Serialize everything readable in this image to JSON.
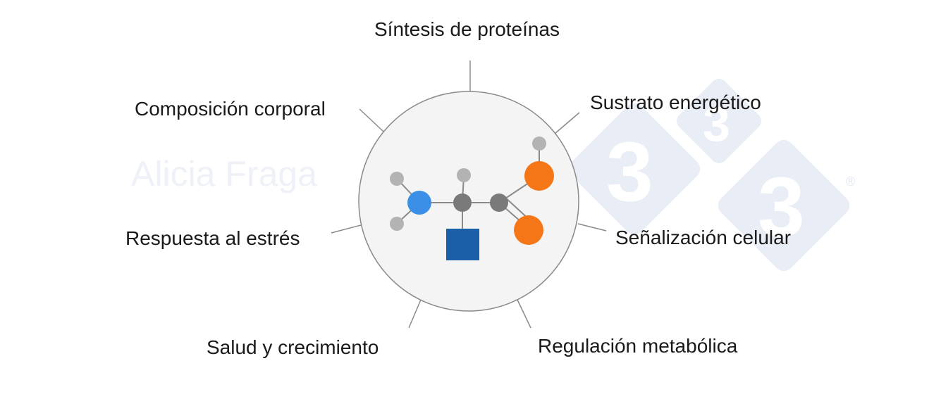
{
  "watermark": {
    "author": "Alicia Fraga",
    "logo_digit": "3",
    "registered_mark": "®"
  },
  "labels": {
    "top": "Síntesis de proteínas",
    "top_left": "Composición corporal",
    "top_right": "Sustrato energético",
    "left": "Respuesta al estrés",
    "right": "Señalización celular",
    "bottom_left": "Salud y crecimiento",
    "bottom_right": "Regulación metabólica"
  },
  "colors": {
    "circle_fill": "#f4f4f4",
    "circle_stroke": "#8a8a8a",
    "amino_group": "#3b8fe6",
    "carbon": "#7a7a7a",
    "hydrogen": "#b3b3b3",
    "oxygen": "#f47616",
    "side_chain": "#1a5fa8",
    "watermark": "#e9edf5"
  },
  "icons": {
    "molecule": "amino-acid-molecule-icon",
    "logo": "333-logo-watermark"
  }
}
